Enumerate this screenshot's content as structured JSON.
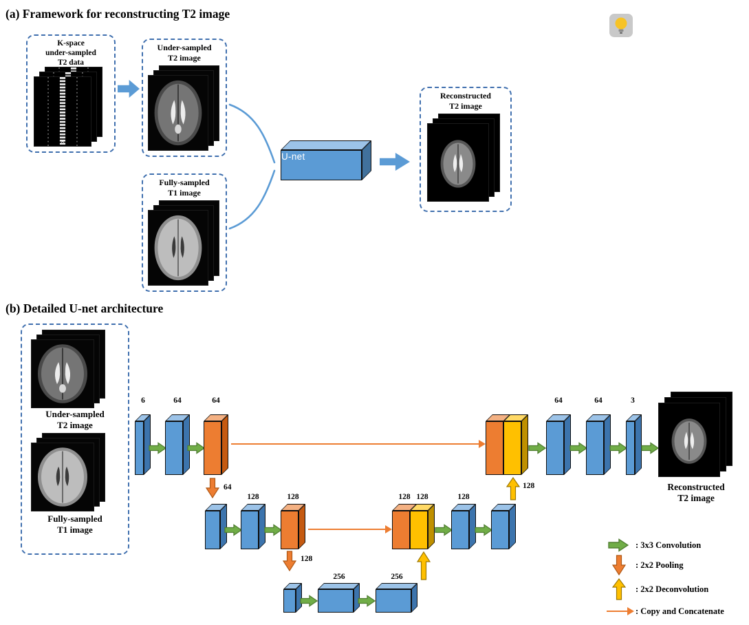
{
  "panel_a": {
    "title": "(a) Framework for reconstructing T2 image",
    "kspace_box_label": "K-space\nunder-sampled\nT2 data",
    "undersampled_box_label": "Under-sampled\nT2 image",
    "fullysampled_box_label": "Fully-sampled\nT1 image",
    "unet_label": "U-net",
    "reconstructed_box_label": "Reconstructed\nT2 image"
  },
  "panel_b": {
    "title": "(b) Detailed U-net architecture",
    "input_t2_label": "Under-sampled\nT2 image",
    "input_t1_label": "Fully-sampled\nT1 image",
    "output_label": "Reconstructed\nT2 image",
    "channels": {
      "enc1_in": "6",
      "enc1_c1": "64",
      "enc1_c2": "64",
      "pool1": "64",
      "enc2_c1": "128",
      "enc2_c2": "128",
      "pool2": "128",
      "bott_c1": "256",
      "bott_c2": "256",
      "dec2_cat1": "128",
      "dec2_cat2": "128",
      "dec2_c1": "128",
      "up1": "128",
      "dec1_c1": "64",
      "dec1_c2": "64",
      "dec1_out": "3"
    }
  },
  "legend": {
    "items": [
      {
        "icon": "conv-arrow-icon",
        "label": ": 3x3 Convolution"
      },
      {
        "icon": "pool-arrow-icon",
        "label": ": 2x2 Pooling"
      },
      {
        "icon": "deconv-arrow-icon",
        "label": ": 2x2 Deconvolution"
      },
      {
        "icon": "skip-arrow-icon",
        "label": ": Copy and Concatenate"
      }
    ]
  },
  "icons": [
    "lightbulb-icon",
    "conv-arrow-icon",
    "pool-arrow-icon",
    "deconv-arrow-icon",
    "skip-arrow-icon",
    "flow-arrow-icon"
  ],
  "colors": {
    "conv_block": "#5B9BD5",
    "pool_block": "#ED7D31",
    "deconv_block": "#FFC000",
    "conv_arrow": "#70AD47",
    "flow_arrow": "#5B9BD5",
    "skip_arrow": "#ED7D31",
    "dashed_border": "#3f6fae"
  }
}
